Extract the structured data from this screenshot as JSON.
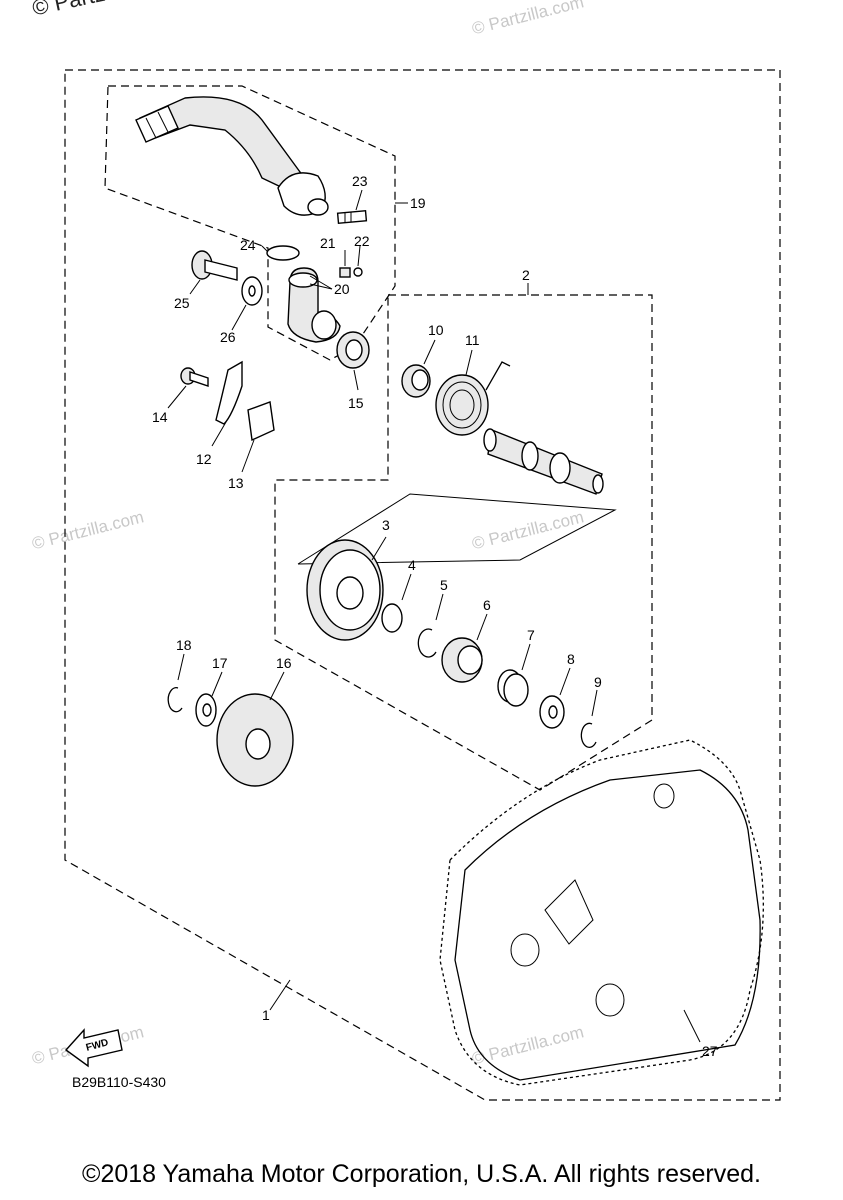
{
  "watermark_top": "© Partzilla",
  "watermark": "© Partzilla.com",
  "diagram_code": "B29B110-S430",
  "fwd_label": "FWD",
  "copyright": "©2018 Yamaha Motor Corporation, U.S.A. All rights reserved.",
  "callouts": [
    "1",
    "2",
    "3",
    "4",
    "5",
    "6",
    "7",
    "8",
    "9",
    "10",
    "11",
    "12",
    "13",
    "14",
    "15",
    "16",
    "17",
    "18",
    "19",
    "20",
    "21",
    "22",
    "23",
    "24",
    "25",
    "26",
    "27"
  ]
}
